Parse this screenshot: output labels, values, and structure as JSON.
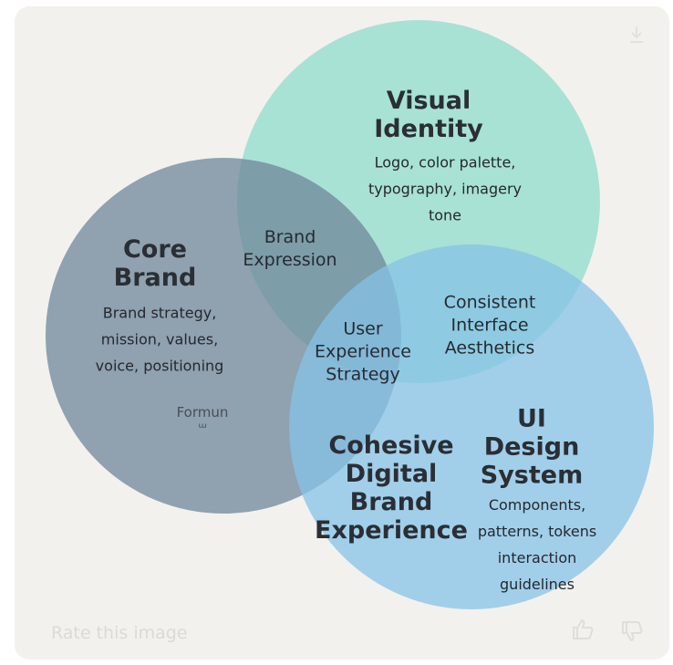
{
  "diagram": {
    "core_brand": {
      "title": "Core\nBrand",
      "description": "Brand strategy,\nmission, values,\nvoice, positioning",
      "partial_label": "Formun\nᵚ"
    },
    "visual_identity": {
      "title": "Visual\nIdentity",
      "description": "Logo, color palette,\ntypography, imagery\ntone"
    },
    "ui_design_system": {
      "title": "UI\nDesign\nSystem",
      "description": "Components,\npatterns, tokens\ninteraction\nguidelines"
    },
    "overlaps": {
      "brand_expression": "Brand\nExpression",
      "consistent_interface": "Consistent\nInterface\nAesthetics",
      "user_experience": "User\nExperience\nStrategy",
      "cohesive_experience": "Cohesive\nDigital\nBrand\nExperience"
    },
    "colors": {
      "core_brand_circle": "#6f8699",
      "visual_identity_circle": "#8fdccb",
      "ui_design_system_circle": "#86c3e7",
      "card_background": "#f3f1ee"
    }
  },
  "footer": {
    "rate_prompt": "Rate this image",
    "thumbs_up_icon": "thumbs-up-icon",
    "thumbs_down_icon": "thumbs-down-icon",
    "download_icon": "download-icon"
  }
}
